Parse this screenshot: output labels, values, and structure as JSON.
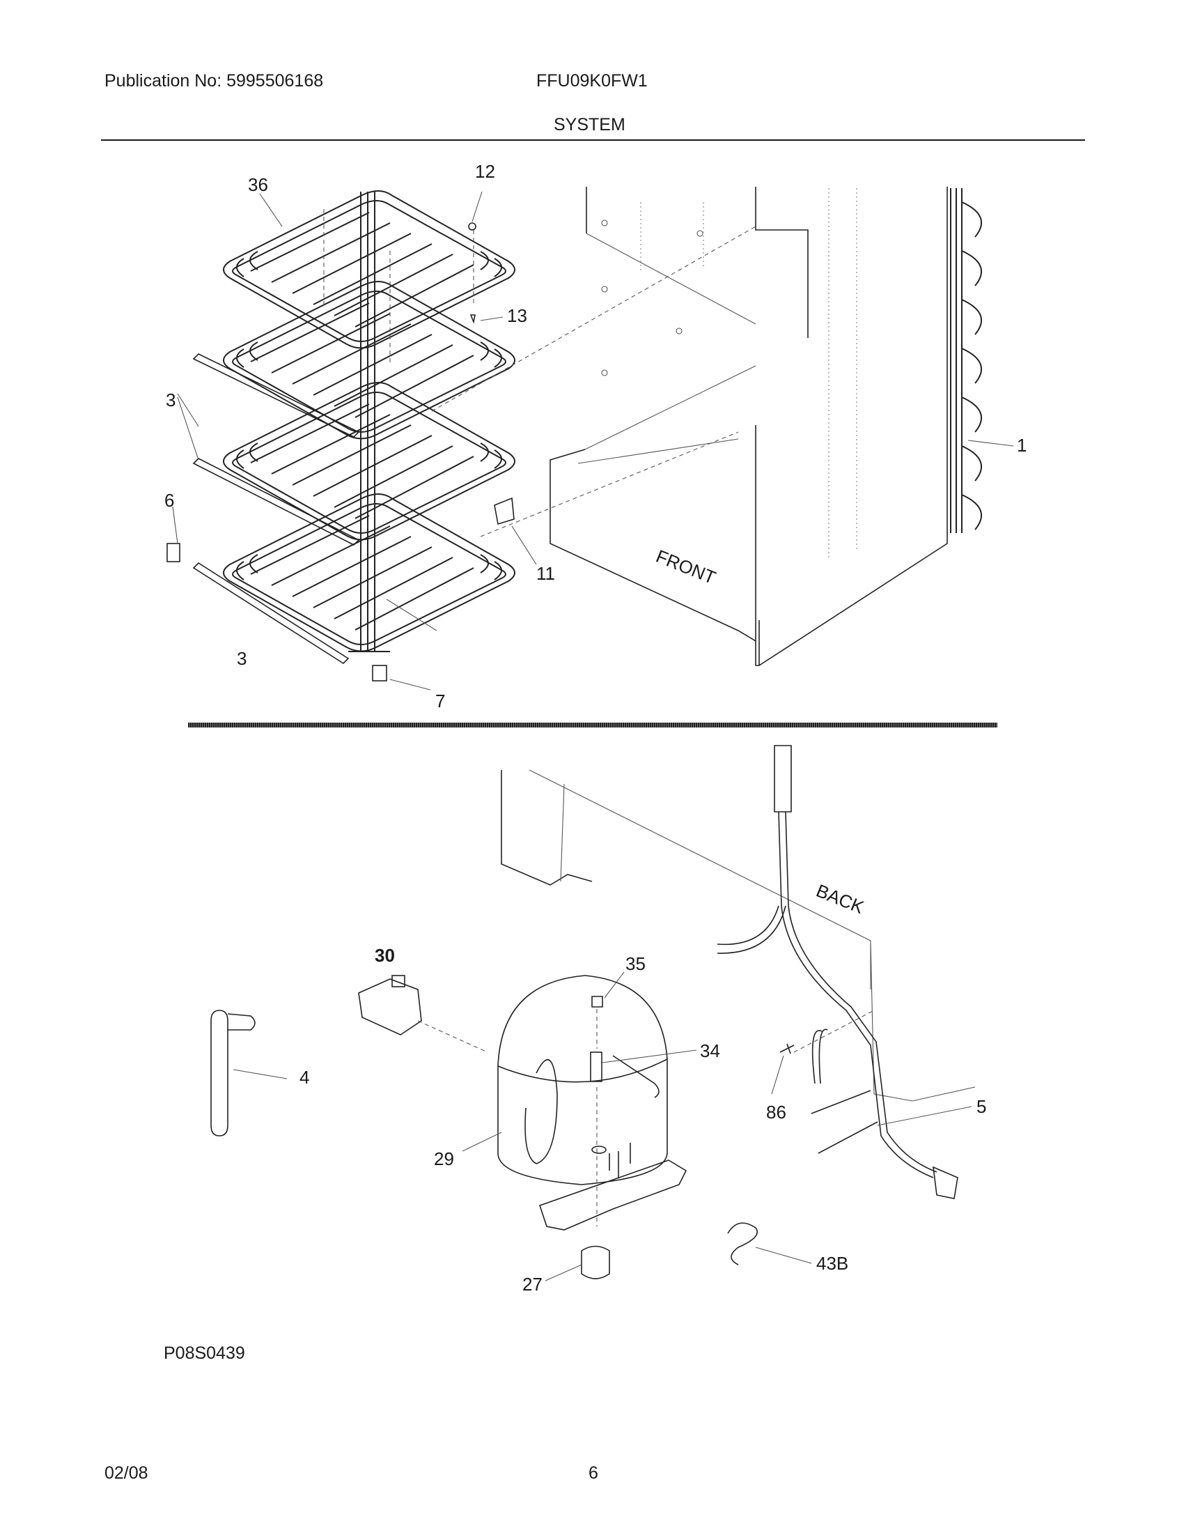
{
  "header": {
    "publication": "Publication No: 5995506168",
    "model": "FFU09K0FW1",
    "section": "SYSTEM"
  },
  "diagram": {
    "callouts": {
      "c36": "36",
      "c12": "12",
      "c13": "13",
      "c3a": "3",
      "c3b": "3",
      "c6": "6",
      "c11": "11",
      "c7": "7",
      "c1": "1",
      "c30": "30",
      "c35": "35",
      "c34": "34",
      "c4": "4",
      "c29": "29",
      "c27": "27",
      "c86": "86",
      "c5": "5",
      "c43b": "43B"
    },
    "labels": {
      "front": "FRONT",
      "back": "BACK"
    }
  },
  "figure_code": "P08S0439",
  "footer": {
    "date": "02/08",
    "page": "6"
  }
}
